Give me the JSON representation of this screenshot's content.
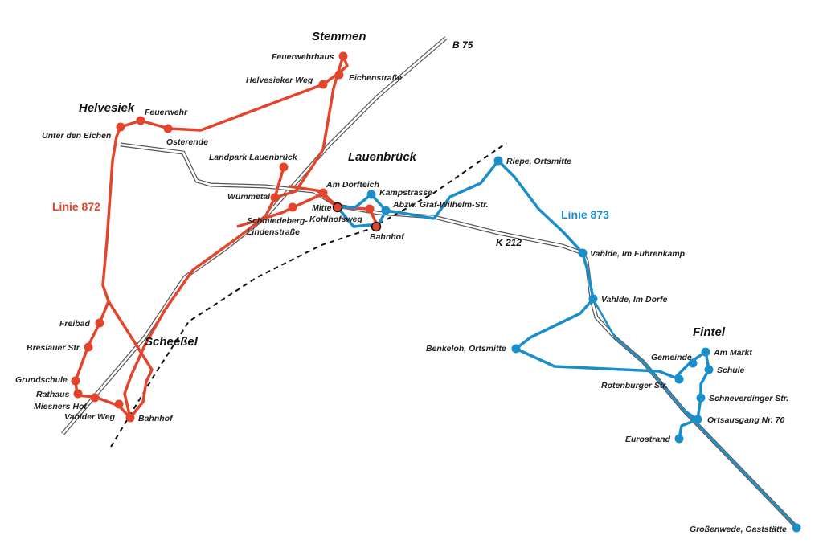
{
  "colors": {
    "line_872": "#e2452c",
    "line_873": "#1a8ec9",
    "road": "#555555",
    "railway": "#111111"
  },
  "line_labels": {
    "line_872": "Linie 872",
    "line_873": "Linie 873"
  },
  "road_labels": {
    "b75": "B 75",
    "k212": "K 212"
  },
  "towns": {
    "stemmen": "Stemmen",
    "helvesiek": "Helvesiek",
    "lauenbrueck": "Lauenbrück",
    "scheessel": "Scheeßel",
    "fintel": "Fintel"
  },
  "stops_872": {
    "feuerwehrhaus": "Feuerwehrhaus",
    "eichenstrasse": "Eichenstraße",
    "helvesieker_weg": "Helvesieker Weg",
    "feuerwehr": "Feuerwehr",
    "unter_den_eichen": "Unter den Eichen",
    "osterende": "Osterende",
    "landpark": "Landpark Lauenbrück",
    "wuemmetal": "Wümmetal",
    "am_dorfteich": "Am Dorfteich",
    "mitte": "Mitte",
    "kohlhofsweg": "Kohlhofsweg",
    "schmiedeberg": "Schmiedeberg-",
    "lindenstrasse": "Lindenstraße",
    "freibad": "Freibad",
    "breslauer": "Breslauer Str.",
    "grundschule": "Grundschule",
    "rathaus": "Rathaus",
    "miesners_hof": "Miesners Hof",
    "vahlder_weg": "Vahlder Weg",
    "bahnhof_scheessel": "Bahnhof"
  },
  "stops_873": {
    "kampstrasse": "Kampstrasse",
    "abzw": "Abzw. Graf-Wilhelm-Str.",
    "bahnhof_lauenbrueck": "Bahnhof",
    "riepe": "Riepe, Ortsmitte",
    "vahlde_fuhrenkamp": "Vahlde, Im Fuhrenkamp",
    "vahlde_dorfe": "Vahlde, Im Dorfe",
    "benkeloh": "Benkeloh, Ortsmitte",
    "gemeinde": "Gemeinde",
    "am_markt": "Am Markt",
    "schule": "Schule",
    "rotenburger": "Rotenburger Str.",
    "schneverdinger": "Schneverdinger Str.",
    "ortsausgang": "Ortsausgang Nr. 70",
    "eurostrand": "Eurostrand",
    "grossenwede": "Großenwede, Gaststätte"
  }
}
